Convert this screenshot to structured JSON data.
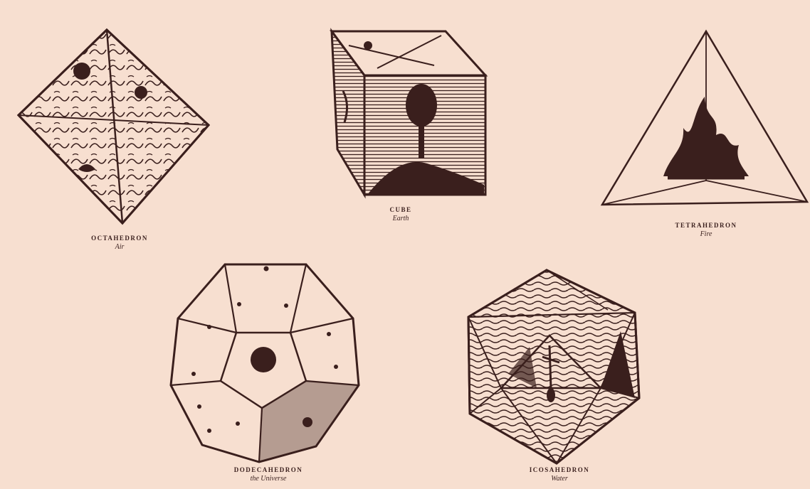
{
  "background_color": "#f7dfd0",
  "ink_color": "#3a1f1d",
  "plates": [
    {
      "name": "OCTAHEDRON",
      "element": "Air"
    },
    {
      "name": "CUBE",
      "element": "Earth"
    },
    {
      "name": "TETRAHEDRON",
      "element": "Fire"
    },
    {
      "name": "DODECAHEDRON",
      "element": "the Universe"
    },
    {
      "name": "ICOSAHEDRON",
      "element": "Water"
    }
  ]
}
